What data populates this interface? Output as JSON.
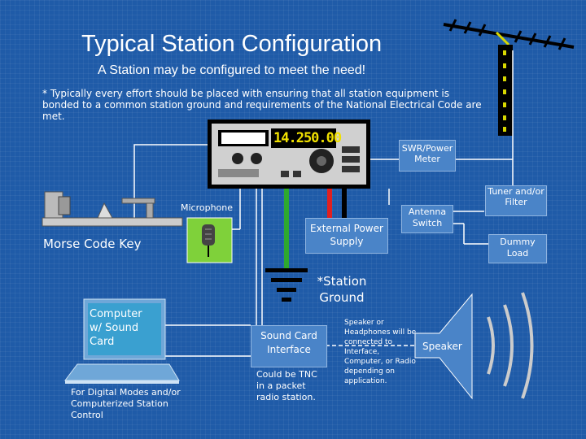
{
  "title": "Typical Station Configuration",
  "subtitle": "A Station may be configured to meet the need!",
  "note": "* Typically every effort should be placed with ensuring that all station equipment is bonded to a common station ground and requirements of the National Electrical Code are met.",
  "radio": {
    "frequency": "14.250.00"
  },
  "labels": {
    "swr": "SWR/Power Meter",
    "tuner": "Tuner and/or Filter",
    "antenna_switch": "Antenna Switch",
    "dummy_load": "Dummy Load",
    "power_supply": "External Power Supply",
    "microphone": "Microphone",
    "morse_key": "Morse Code Key",
    "ground": "*Station Ground",
    "computer": "Computer w/ Sound Card",
    "digital_modes": "For Digital Modes and/or Computerized Station Control",
    "sound_card": "Sound Card Interface",
    "tnc": "Could be TNC in a packet radio station.",
    "speaker_note": "Speaker or Headphones will be connected to Interface, Computer, or Radio depending on application.",
    "speaker": "Speaker"
  },
  "colors": {
    "background": "#1f5ba8",
    "box": "#4a84c8",
    "mic_bg": "#7fd13a",
    "power_red": "#e02020",
    "ground_green": "#2ea82e",
    "screen": "#3aa0d0",
    "display_yellow": "#f0e000"
  }
}
